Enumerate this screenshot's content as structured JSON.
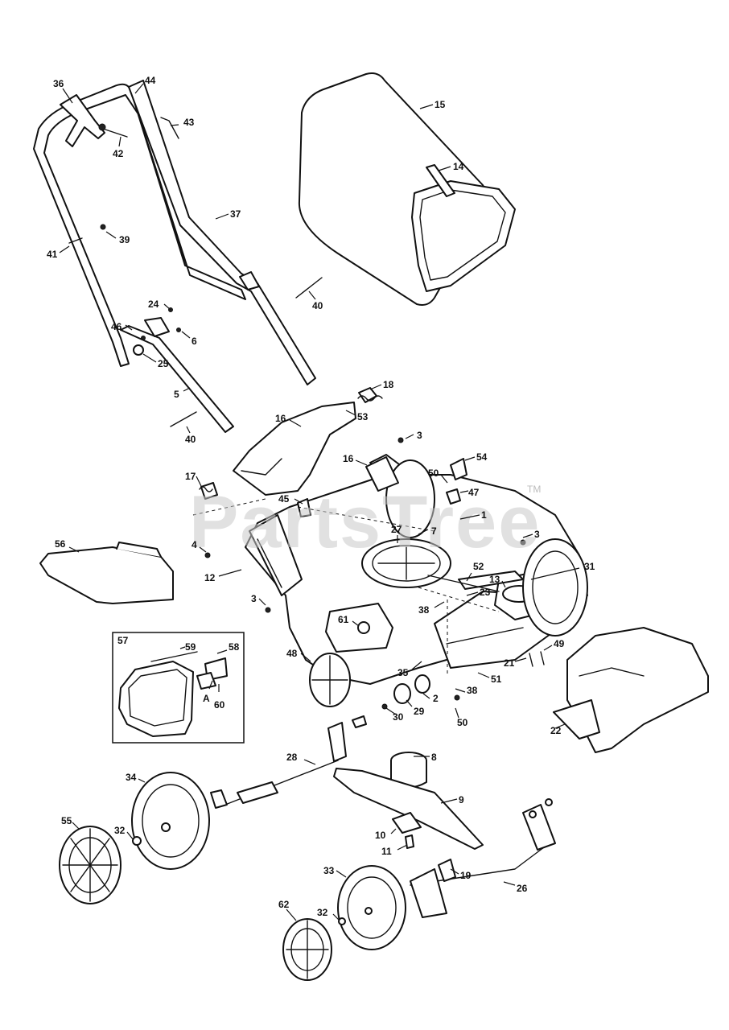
{
  "watermark": {
    "text": "PartsTree",
    "trademark": "TM"
  },
  "inset_box": {
    "number": "57"
  },
  "callouts": [
    {
      "id": "c36",
      "label": "36"
    },
    {
      "id": "c44",
      "label": "44"
    },
    {
      "id": "c43",
      "label": "43"
    },
    {
      "id": "c42",
      "label": "42"
    },
    {
      "id": "c37",
      "label": "37"
    },
    {
      "id": "c41",
      "label": "41"
    },
    {
      "id": "c39",
      "label": "39"
    },
    {
      "id": "c40a",
      "label": "40"
    },
    {
      "id": "c24",
      "label": "24"
    },
    {
      "id": "c46",
      "label": "46"
    },
    {
      "id": "c6",
      "label": "6"
    },
    {
      "id": "c25",
      "label": "25"
    },
    {
      "id": "c5",
      "label": "5"
    },
    {
      "id": "c40b",
      "label": "40"
    },
    {
      "id": "c15",
      "label": "15"
    },
    {
      "id": "c14",
      "label": "14"
    },
    {
      "id": "c18",
      "label": "18"
    },
    {
      "id": "c53",
      "label": "53"
    },
    {
      "id": "c16a",
      "label": "16"
    },
    {
      "id": "c3a",
      "label": "3"
    },
    {
      "id": "c16b",
      "label": "16"
    },
    {
      "id": "c54",
      "label": "54"
    },
    {
      "id": "c50a",
      "label": "50"
    },
    {
      "id": "c17",
      "label": "17"
    },
    {
      "id": "c47",
      "label": "47"
    },
    {
      "id": "c45",
      "label": "45"
    },
    {
      "id": "c1",
      "label": "1"
    },
    {
      "id": "c7",
      "label": "7"
    },
    {
      "id": "c27",
      "label": "27"
    },
    {
      "id": "c3b",
      "label": "3"
    },
    {
      "id": "c56",
      "label": "56"
    },
    {
      "id": "c4",
      "label": "4"
    },
    {
      "id": "c12",
      "label": "12"
    },
    {
      "id": "c31",
      "label": "31"
    },
    {
      "id": "c52",
      "label": "52"
    },
    {
      "id": "c13",
      "label": "13"
    },
    {
      "id": "c3c",
      "label": "3"
    },
    {
      "id": "c38a",
      "label": "38"
    },
    {
      "id": "c23",
      "label": "23"
    },
    {
      "id": "c61",
      "label": "61"
    },
    {
      "id": "c57",
      "label": "57"
    },
    {
      "id": "c59",
      "label": "59"
    },
    {
      "id": "c58",
      "label": "58"
    },
    {
      "id": "c48",
      "label": "48"
    },
    {
      "id": "c49",
      "label": "49"
    },
    {
      "id": "c21",
      "label": "21"
    },
    {
      "id": "c35",
      "label": "35"
    },
    {
      "id": "c51",
      "label": "51"
    },
    {
      "id": "cA",
      "label": "A"
    },
    {
      "id": "c60",
      "label": "60"
    },
    {
      "id": "c2",
      "label": "2"
    },
    {
      "id": "c38b",
      "label": "38"
    },
    {
      "id": "c30",
      "label": "30"
    },
    {
      "id": "c29",
      "label": "29"
    },
    {
      "id": "c50b",
      "label": "50"
    },
    {
      "id": "c22",
      "label": "22"
    },
    {
      "id": "c8",
      "label": "8"
    },
    {
      "id": "c28",
      "label": "28"
    },
    {
      "id": "c34",
      "label": "34"
    },
    {
      "id": "c9",
      "label": "9"
    },
    {
      "id": "c55",
      "label": "55"
    },
    {
      "id": "c32a",
      "label": "32"
    },
    {
      "id": "c10",
      "label": "10"
    },
    {
      "id": "c11",
      "label": "11"
    },
    {
      "id": "c19",
      "label": "19"
    },
    {
      "id": "c33",
      "label": "33"
    },
    {
      "id": "c26",
      "label": "26"
    },
    {
      "id": "c62",
      "label": "62"
    },
    {
      "id": "c32b",
      "label": "32"
    }
  ]
}
